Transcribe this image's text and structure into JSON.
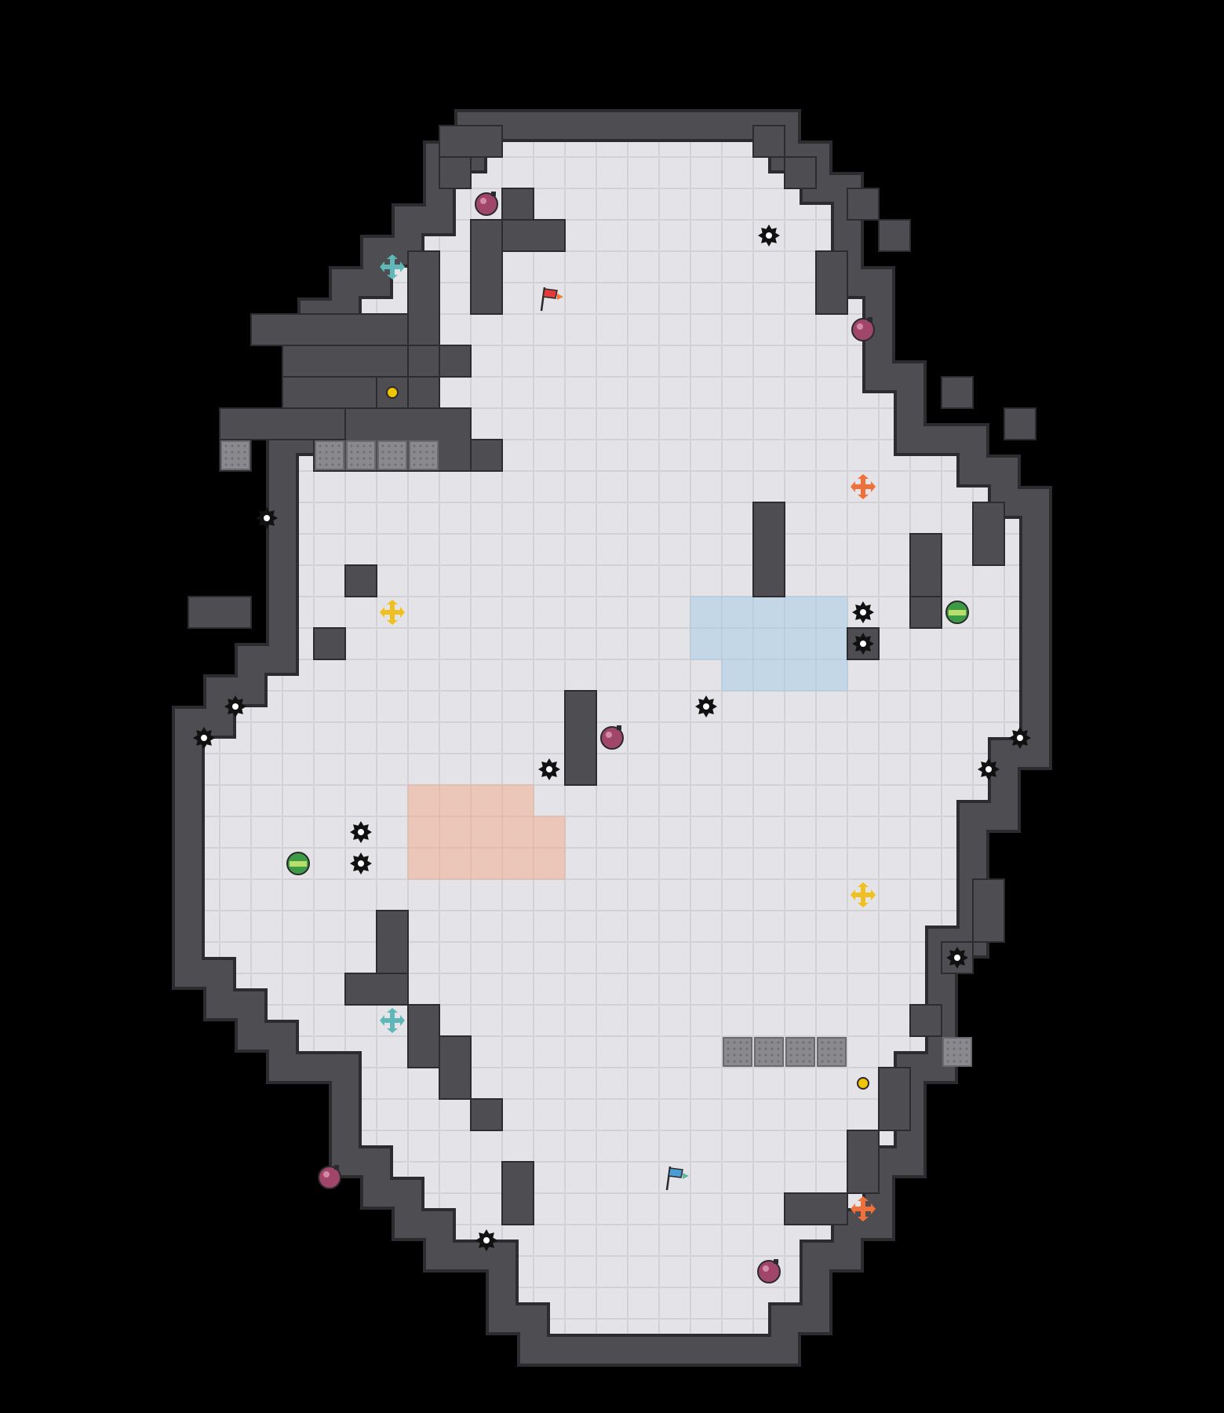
{
  "game": {
    "type": "capture-the-flag-map",
    "grid": {
      "cols": 28,
      "rows": 39
    },
    "colors": {
      "background": "#000000",
      "floor": "#e4e4e8",
      "floor_grid": "#d2d2d6",
      "wall": "#4d4d52",
      "wall_edge": "#2c2c30",
      "gate": "#8a8a8e",
      "red_zone": "#ebc7b9",
      "blue_zone": "#c4d7e6",
      "spike": "#111111",
      "bomb": "#a0466a",
      "powerup": "#3e9b45",
      "boost_teal": "#5fb7b7",
      "boost_yellow": "#f0c020",
      "boost_orange": "#f0703a",
      "portal": "#f2c300",
      "red_flag": "#e33b3b",
      "blue_flag": "#4b9bd4"
    },
    "floor_spans": [
      [
        0,
        9,
        18
      ],
      [
        1,
        8,
        19
      ],
      [
        2,
        8,
        20
      ],
      [
        3,
        7,
        20
      ],
      [
        4,
        6,
        20
      ],
      [
        5,
        5,
        21
      ],
      [
        6,
        4,
        21
      ],
      [
        7,
        4,
        21
      ],
      [
        8,
        4,
        22
      ],
      [
        9,
        4,
        22
      ],
      [
        10,
        3,
        24
      ],
      [
        11,
        3,
        25
      ],
      [
        12,
        3,
        26
      ],
      [
        13,
        3,
        26
      ],
      [
        14,
        3,
        26
      ],
      [
        15,
        3,
        26
      ],
      [
        16,
        3,
        26
      ],
      [
        17,
        2,
        26
      ],
      [
        18,
        1,
        26
      ],
      [
        19,
        0,
        26
      ],
      [
        20,
        0,
        25
      ],
      [
        21,
        0,
        25
      ],
      [
        22,
        0,
        24
      ],
      [
        23,
        0,
        24
      ],
      [
        24,
        0,
        24
      ],
      [
        25,
        0,
        24
      ],
      [
        26,
        0,
        23
      ],
      [
        27,
        1,
        23
      ],
      [
        28,
        2,
        23
      ],
      [
        29,
        3,
        23
      ],
      [
        30,
        5,
        22
      ],
      [
        31,
        5,
        22
      ],
      [
        32,
        5,
        22
      ],
      [
        33,
        6,
        21
      ],
      [
        34,
        7,
        21
      ],
      [
        35,
        8,
        20
      ],
      [
        36,
        10,
        19
      ],
      [
        37,
        10,
        19
      ],
      [
        38,
        11,
        18
      ]
    ],
    "walls": [
      [
        5,
        10,
        10,
        11
      ],
      [
        4,
        9,
        9,
        11
      ],
      [
        3,
        7,
        9,
        8
      ],
      [
        3,
        8,
        8,
        9
      ],
      [
        2,
        6,
        7,
        7
      ],
      [
        1,
        9,
        5,
        10
      ],
      [
        1,
        10,
        2,
        11
      ],
      [
        0,
        15,
        2,
        16
      ],
      [
        10,
        2,
        11,
        3
      ],
      [
        10,
        3,
        12,
        4
      ],
      [
        9,
        3,
        10,
        6
      ],
      [
        8,
        0,
        10,
        1
      ],
      [
        8,
        1,
        9,
        2
      ],
      [
        7,
        4,
        8,
        7
      ],
      [
        7,
        7,
        8,
        8
      ],
      [
        6,
        8,
        7,
        9
      ],
      [
        5,
        14,
        6,
        15
      ],
      [
        4,
        16,
        5,
        17
      ],
      [
        22,
        3,
        23,
        4
      ],
      [
        21,
        2,
        22,
        3
      ],
      [
        20,
        4,
        21,
        6
      ],
      [
        19,
        1,
        20,
        2
      ],
      [
        18,
        0,
        19,
        1
      ],
      [
        24,
        8,
        25,
        9
      ],
      [
        26,
        9,
        27,
        10
      ],
      [
        25,
        12,
        26,
        14
      ],
      [
        23,
        13,
        24,
        15
      ],
      [
        23,
        15,
        24,
        16
      ],
      [
        21,
        16,
        22,
        17
      ],
      [
        5,
        27,
        7,
        28
      ],
      [
        6,
        25,
        7,
        27
      ],
      [
        7,
        28,
        8,
        30
      ],
      [
        8,
        29,
        9,
        31
      ],
      [
        9,
        31,
        10,
        32
      ],
      [
        10,
        33,
        11,
        35
      ],
      [
        19,
        34,
        21,
        35
      ],
      [
        21,
        32,
        22,
        34
      ],
      [
        22,
        30,
        23,
        32
      ],
      [
        23,
        28,
        24,
        29
      ],
      [
        24,
        26,
        25,
        27
      ],
      [
        25,
        24,
        26,
        26
      ],
      [
        12,
        18,
        13,
        21
      ],
      [
        18,
        12,
        19,
        15
      ]
    ],
    "gates": [
      [
        1,
        10
      ],
      [
        4,
        10
      ],
      [
        5,
        10
      ],
      [
        6,
        10
      ],
      [
        7,
        10
      ],
      [
        24,
        29
      ],
      [
        17,
        29
      ],
      [
        18,
        29
      ],
      [
        19,
        29
      ],
      [
        20,
        29
      ]
    ],
    "red_zone_cells": [
      [
        7,
        21
      ],
      [
        8,
        21
      ],
      [
        9,
        21
      ],
      [
        10,
        21
      ],
      [
        7,
        22
      ],
      [
        8,
        22
      ],
      [
        9,
        22
      ],
      [
        10,
        22
      ],
      [
        11,
        22
      ],
      [
        7,
        23
      ],
      [
        8,
        23
      ],
      [
        9,
        23
      ],
      [
        10,
        23
      ],
      [
        11,
        23
      ]
    ],
    "blue_zone_cells": [
      [
        16,
        15
      ],
      [
        17,
        15
      ],
      [
        18,
        15
      ],
      [
        19,
        15
      ],
      [
        20,
        15
      ],
      [
        16,
        16
      ],
      [
        17,
        16
      ],
      [
        18,
        16
      ],
      [
        19,
        16
      ],
      [
        20,
        16
      ],
      [
        17,
        17
      ],
      [
        18,
        17
      ],
      [
        19,
        17
      ],
      [
        20,
        17
      ]
    ],
    "spikes": [
      [
        18,
        3
      ],
      [
        2,
        12
      ],
      [
        21,
        15
      ],
      [
        21,
        16
      ],
      [
        16,
        18
      ],
      [
        1,
        18
      ],
      [
        0,
        19
      ],
      [
        26,
        19
      ],
      [
        25,
        20
      ],
      [
        11,
        20
      ],
      [
        5,
        22
      ],
      [
        5,
        23
      ],
      [
        24,
        26
      ],
      [
        9,
        35
      ]
    ],
    "bombs": [
      [
        9,
        2
      ],
      [
        21,
        6
      ],
      [
        13,
        19
      ],
      [
        4,
        33
      ],
      [
        18,
        36
      ]
    ],
    "powerups": [
      [
        24,
        15
      ],
      [
        3,
        23
      ]
    ],
    "boosts": [
      {
        "kind": "teal",
        "col": 6,
        "row": 4
      },
      {
        "kind": "orange",
        "col": 21,
        "row": 11
      },
      {
        "kind": "yellow",
        "col": 6,
        "row": 15
      },
      {
        "kind": "yellow",
        "col": 21,
        "row": 24
      },
      {
        "kind": "teal",
        "col": 6,
        "row": 28
      },
      {
        "kind": "orange",
        "col": 21,
        "row": 34
      }
    ],
    "portals": [
      [
        6,
        8
      ],
      [
        21,
        30
      ]
    ],
    "flags": [
      {
        "team": "red",
        "col": 11,
        "row": 5
      },
      {
        "team": "blue",
        "col": 15,
        "row": 33
      }
    ]
  }
}
